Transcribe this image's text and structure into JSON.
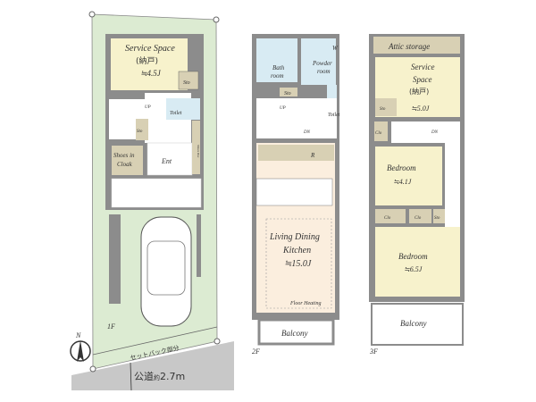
{
  "colors": {
    "site": "#dcebd2",
    "wall": "#8c8c8c",
    "service": "#f7f2cc",
    "wet": "#d8ebf3",
    "ldk": "#fbeede",
    "road": "#c8c8c8",
    "storage": "#d8d0b4"
  },
  "floor1": {
    "label": "1F",
    "service_space": {
      "name": "Service Space",
      "jp": "(納戸)",
      "size": "≒4.5J"
    },
    "sto1": "Sto",
    "sto2": "Sto",
    "toilet": "Toilet",
    "up": "UP",
    "shoes_cloak_1": "Shoes in",
    "shoes_cloak_2": "Cloak",
    "entrance": "Ent",
    "shoe_box": "Shoes Box",
    "setback": "セットバック部分",
    "road": "公道",
    "road_approx": "約",
    "road_width": "2.7m",
    "compass": "N"
  },
  "floor2": {
    "label": "2F",
    "bath_1": "Bath",
    "bath_2": "room",
    "powder_1": "Powder",
    "powder_2": "room",
    "washer": "W",
    "sto": "Sto",
    "toilet": "Toilet",
    "up": "UP",
    "dn": "DN",
    "fridge": "R",
    "ldk_1": "Living Dining",
    "ldk_2": "Kitchen",
    "ldk_size": "≒15.0J",
    "floor_heating": "Floor Heating",
    "balcony": "Balcony"
  },
  "floor3": {
    "label": "3F",
    "attic": "Attic storage",
    "service_1": "Service",
    "service_2": "Space",
    "service_jp": "(納戸)",
    "service_size": "≒5.0J",
    "sto": "Sto",
    "clo1": "Clo",
    "dn": "DN",
    "bedroom1": "Bedroom",
    "bedroom1_size": "≒4.1J",
    "clo2": "Clo",
    "clo3": "Clo",
    "sto2": "Sto",
    "bedroom2": "Bedroom",
    "bedroom2_size": "≒6.5J",
    "balcony": "Balcony"
  }
}
